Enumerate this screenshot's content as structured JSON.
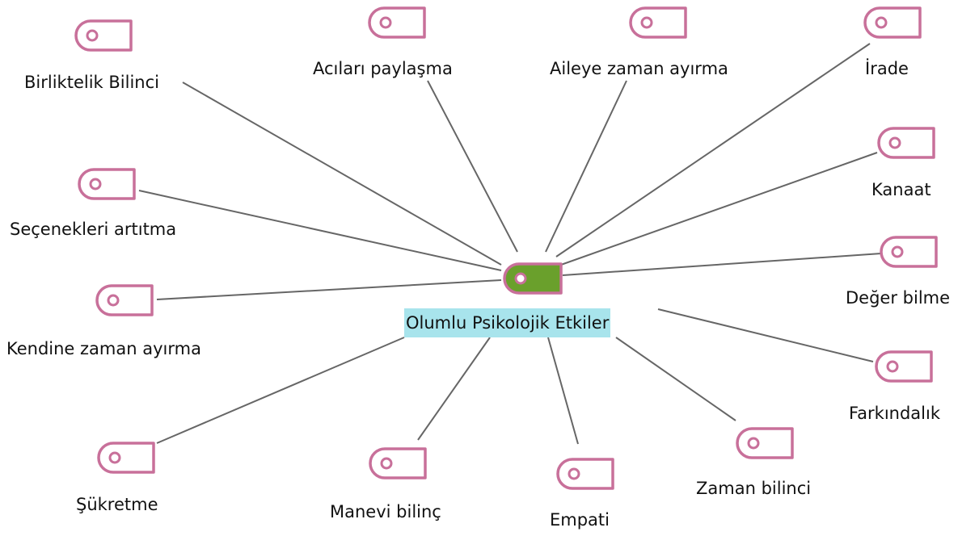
{
  "diagram": {
    "center": {
      "label": "Olumlu Psikolojik Etkiler",
      "highlight_color": "#a8e4ec",
      "icon": "tag-icon",
      "icon_fill": "#6aa02c",
      "icon_stroke": "#c8709a"
    },
    "nodes": [
      {
        "id": "birliktelik",
        "label": "Birliktelik Bilinci",
        "icon": "tag-icon"
      },
      {
        "id": "acilari",
        "label": "Acıları paylaşma",
        "icon": "tag-icon"
      },
      {
        "id": "aileye",
        "label": "Aileye zaman ayırma",
        "icon": "tag-icon"
      },
      {
        "id": "irade",
        "label": "İrade",
        "icon": "tag-icon"
      },
      {
        "id": "secenekleri",
        "label": "Seçenekleri artıtma",
        "icon": "tag-icon"
      },
      {
        "id": "kanaat",
        "label": "Kanaat",
        "icon": "tag-icon"
      },
      {
        "id": "kendine",
        "label": "Kendine zaman ayırma",
        "icon": "tag-icon"
      },
      {
        "id": "deger",
        "label": "Değer bilme",
        "icon": "tag-icon"
      },
      {
        "id": "farkindalik",
        "label": "Farkındalık",
        "icon": "tag-icon"
      },
      {
        "id": "sukretme",
        "label": "Şükretme",
        "icon": "tag-icon"
      },
      {
        "id": "manevi",
        "label": "Manevi bilinç",
        "icon": "tag-icon"
      },
      {
        "id": "empati",
        "label": "Empati",
        "icon": "tag-icon"
      },
      {
        "id": "zaman",
        "label": "Zaman bilinci",
        "icon": "tag-icon"
      }
    ],
    "colors": {
      "icon_stroke": "#c8709a",
      "link": "#666666"
    }
  }
}
